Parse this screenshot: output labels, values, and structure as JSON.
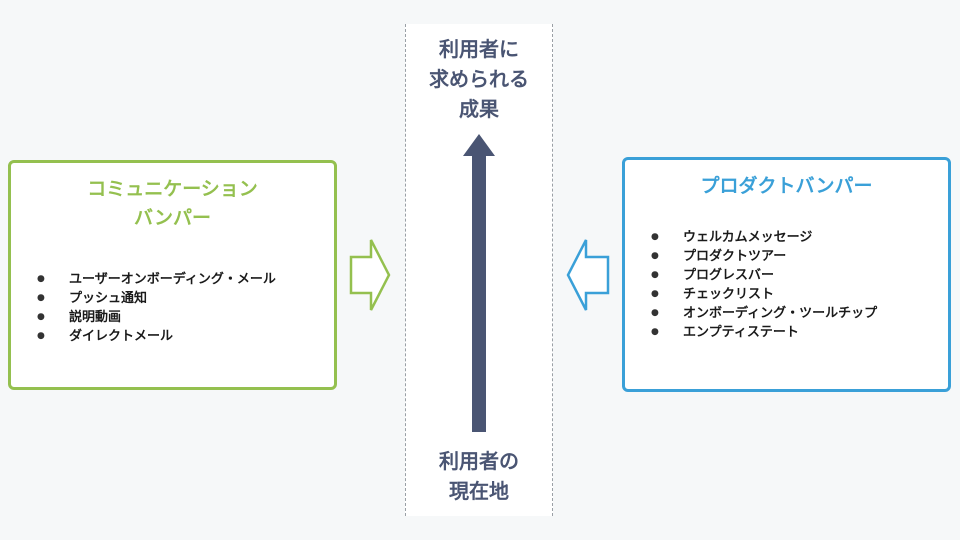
{
  "center": {
    "top_lines": [
      "利用者に",
      "求められる",
      "成果"
    ],
    "bottom_lines": [
      "利用者の",
      "現在地"
    ],
    "arrow_color": "#4a5573"
  },
  "left_box": {
    "title_lines": [
      "コミュニケーション",
      "バンパー"
    ],
    "items": [
      "ユーザーオンボーディング・メール",
      "プッシュ通知",
      "説明動画",
      "ダイレクトメール"
    ],
    "accent_color": "#94c04f"
  },
  "right_box": {
    "title_lines": [
      "プロダクトバンパー"
    ],
    "items": [
      "ウェルカムメッセージ",
      "プロダクトツアー",
      "プログレスバー",
      "チェックリスト",
      "オンボーディング・ツールチップ",
      "エンプティステート"
    ],
    "accent_color": "#3aa0d8"
  }
}
